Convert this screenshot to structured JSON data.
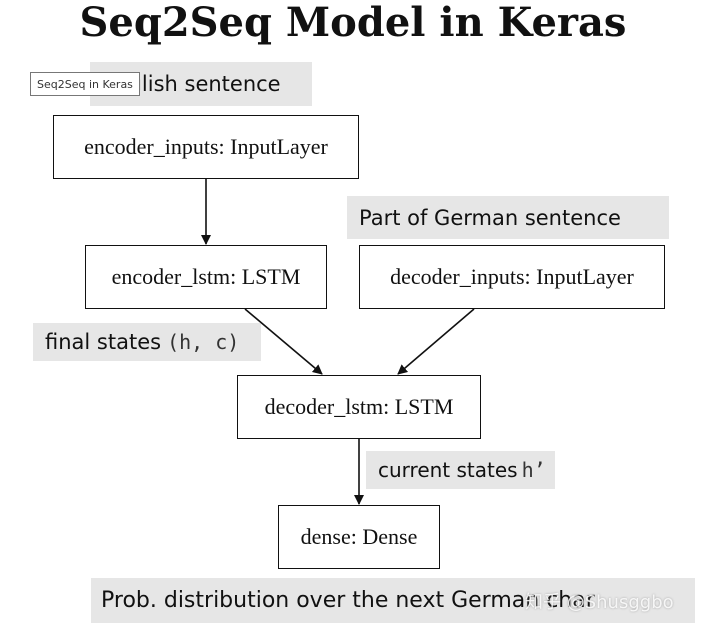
{
  "title": "Seq2Seq Model in Keras",
  "tooltip": "Seq2Seq in Keras",
  "notes": {
    "english": "English sentence",
    "german": "Part of German sentence",
    "final_states_text": "final states ",
    "final_states_code": "(h, c)",
    "current_states_text": "current states ",
    "current_states_code": "h’",
    "output": "Prob. distribution over the next German char"
  },
  "nodes": {
    "encoder_inputs": "encoder_inputs: InputLayer",
    "encoder_lstm": "encoder_lstm: LSTM",
    "decoder_inputs": "decoder_inputs: InputLayer",
    "decoder_lstm": "decoder_lstm: LSTM",
    "dense": "dense: Dense"
  },
  "watermark": "知乎 @Shusggbo",
  "colors": {
    "note_bg": "#e6e6e6",
    "stroke": "#111111"
  }
}
